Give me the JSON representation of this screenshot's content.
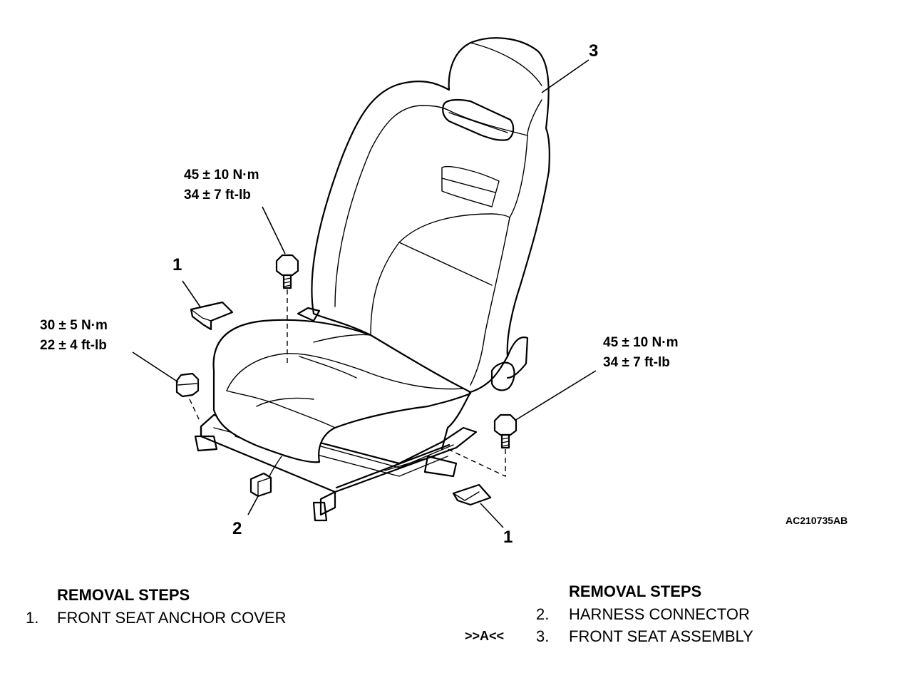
{
  "torque_labels": {
    "top_bolt": [
      "45 ± 10 N·m",
      "34 ± 7 ft-lb"
    ],
    "left_nut": [
      "30 ± 5 N·m",
      "22 ± 4 ft-lb"
    ],
    "right_bolt": [
      "45 ± 10 N·m",
      "34 ± 7 ft-lb"
    ]
  },
  "callouts": {
    "seat_assembly": "3",
    "anchor_cover_left": "1",
    "anchor_cover_right": "1",
    "harness_connector": "2"
  },
  "figure_code": "AC210735AB",
  "removal_steps_left": {
    "heading": "REMOVAL STEPS",
    "steps": [
      {
        "number": "1.",
        "text": "FRONT SEAT ANCHOR COVER"
      }
    ]
  },
  "removal_steps_right": {
    "heading": "REMOVAL STEPS",
    "steps": [
      {
        "marker": "",
        "number": "2.",
        "text": "HARNESS CONNECTOR"
      },
      {
        "marker": ">>A<<",
        "number": "3.",
        "text": "FRONT SEAT ASSEMBLY"
      }
    ]
  }
}
